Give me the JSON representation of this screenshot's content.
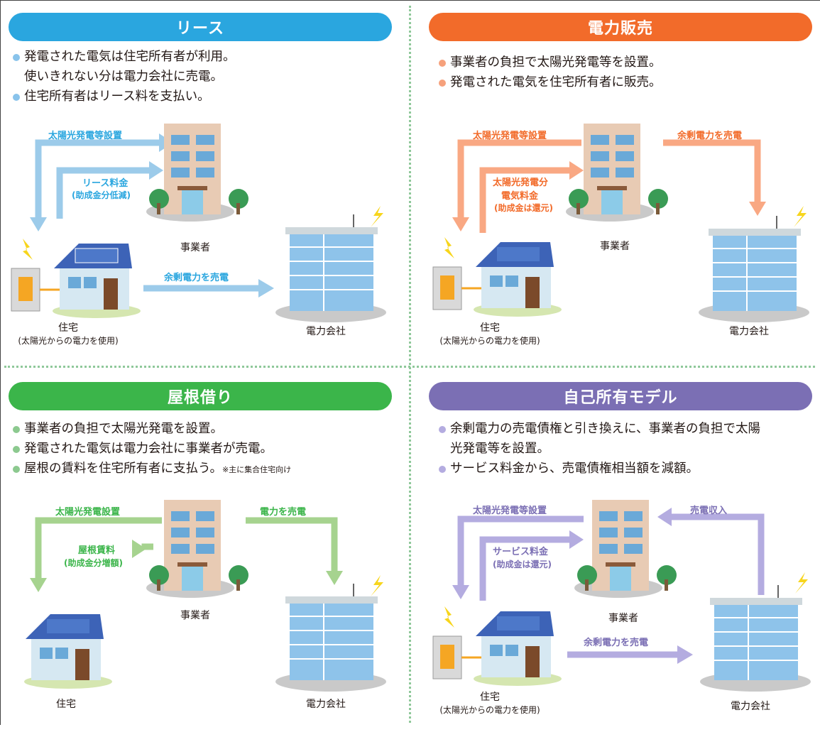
{
  "colors": {
    "lease": "#2aa6df",
    "sale": "#f26b2a",
    "roof": "#3bb54a",
    "own": "#7b6fb4",
    "lease_arrow": "#9ccbea",
    "sale_arrow": "#f9a883",
    "roof_arrow": "#a6d38f",
    "own_arrow": "#b4ace0"
  },
  "icons": [
    "office-building-icon",
    "house-icon",
    "solar-panel-icon",
    "power-company-icon",
    "battery-icon",
    "lightning-icon",
    "tree-icon",
    "arrow-icon"
  ],
  "panels": {
    "lease": {
      "title": "リース",
      "bullets": [
        "発電された電気は住宅所有者が利用。",
        "住宅所有者はリース料を支払い。"
      ],
      "bullet1_cont": "使いきれない分は電力会社に売電。",
      "labels": {
        "install": "太陽光発電等設置",
        "fee": "リース料金",
        "fee_sub": "(助成金分低減)",
        "surplus": "余剰電力を売電",
        "business": "事業者",
        "house": "住宅",
        "house_sub": "(太陽光からの電力を使用)",
        "power": "電力会社"
      }
    },
    "sale": {
      "title": "電力販売",
      "bullets": [
        "事業者の負担で太陽光発電等を設置。",
        "発電された電気を住宅所有者に販売。"
      ],
      "labels": {
        "install": "太陽光発電等設置",
        "fee1": "太陽光発電分",
        "fee2": "電気料金",
        "fee_sub": "(助成金は還元)",
        "surplus": "余剰電力を売電",
        "business": "事業者",
        "house": "住宅",
        "house_sub": "(太陽光からの電力を使用)",
        "power": "電力会社"
      }
    },
    "roof": {
      "title": "屋根借り",
      "bullets": [
        "事業者の負担で太陽光発電を設置。",
        "発電された電気は電力会社に事業者が売電。",
        "屋根の賃料を住宅所有者に支払う。"
      ],
      "note": "※主に集合住宅向け",
      "labels": {
        "install": "太陽光発電設置",
        "rent": "屋根賃料",
        "rent_sub": "(助成金分増額)",
        "sell": "電力を売電",
        "business": "事業者",
        "house": "住宅",
        "power": "電力会社"
      }
    },
    "own": {
      "title": "自己所有モデル",
      "bullets": [
        "余剰電力の売電債権と引き換えに、事業者の負担で太陽",
        "サービス料金から、売電債権相当額を減額。"
      ],
      "bullet1_cont": "光発電等を設置。",
      "labels": {
        "install": "太陽光発電等設置",
        "income": "売電収入",
        "fee": "サービス料金",
        "fee_sub": "(助成金は還元)",
        "surplus": "余剰電力を売電",
        "business": "事業者",
        "house": "住宅",
        "house_sub": "(太陽光からの電力を使用)",
        "power": "電力会社"
      }
    }
  }
}
